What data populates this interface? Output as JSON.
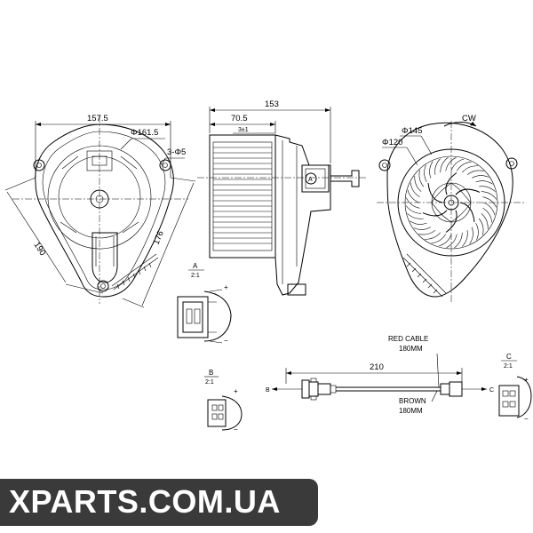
{
  "front_view": {
    "width_dim": "157.5",
    "diameter_dim": "Φ161.5",
    "holes_dim": "3-Φ5",
    "height_dim": "190",
    "side_dim": "176"
  },
  "side_view": {
    "length_dim": "153",
    "body_dim": "70.5",
    "offset_dim": "3±1",
    "marker": "A"
  },
  "rear_view": {
    "rotation": "CW",
    "outer_dim": "Φ145",
    "inner_dim": "Φ120"
  },
  "detail_a": {
    "letter": "A",
    "scale": "2:1",
    "plus": "+",
    "minus": "−"
  },
  "detail_b": {
    "letter": "B",
    "scale": "2:1",
    "plus": "+",
    "minus": "−"
  },
  "detail_c": {
    "letter": "C",
    "scale": "2:1",
    "plus": "+",
    "minus": "−"
  },
  "cable": {
    "length_dim": "210",
    "red_label": "RED CABLE",
    "red_length": "180MM",
    "brown_label": "BROWN",
    "brown_length": "180MM",
    "end_b": "B",
    "end_c": "C"
  },
  "watermark": {
    "text": "XPARTS.COM.UA"
  }
}
